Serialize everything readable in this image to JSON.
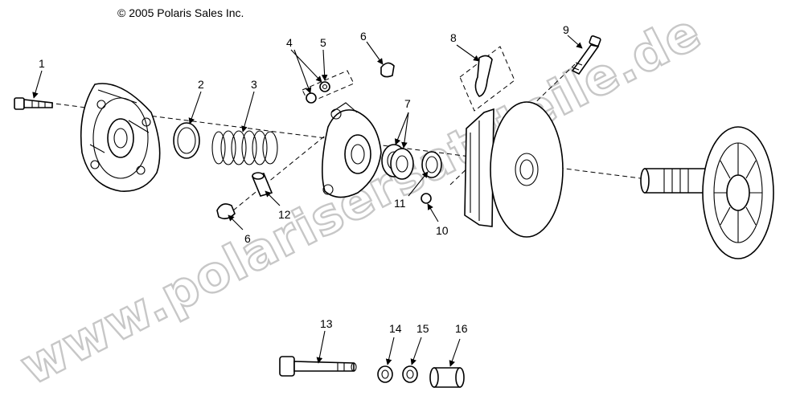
{
  "copyright": "© 2005 Polaris Sales Inc.",
  "watermark": "www.polarisersatzteile.de",
  "callouts": {
    "c1": "1",
    "c2": "2",
    "c3": "3",
    "c4": "4",
    "c5": "5",
    "c6a": "6",
    "c6b": "6",
    "c7": "7",
    "c8": "8",
    "c9": "9",
    "c10": "10",
    "c11": "11",
    "c12": "12",
    "c13": "13",
    "c14": "14",
    "c15": "15",
    "c16": "16"
  }
}
